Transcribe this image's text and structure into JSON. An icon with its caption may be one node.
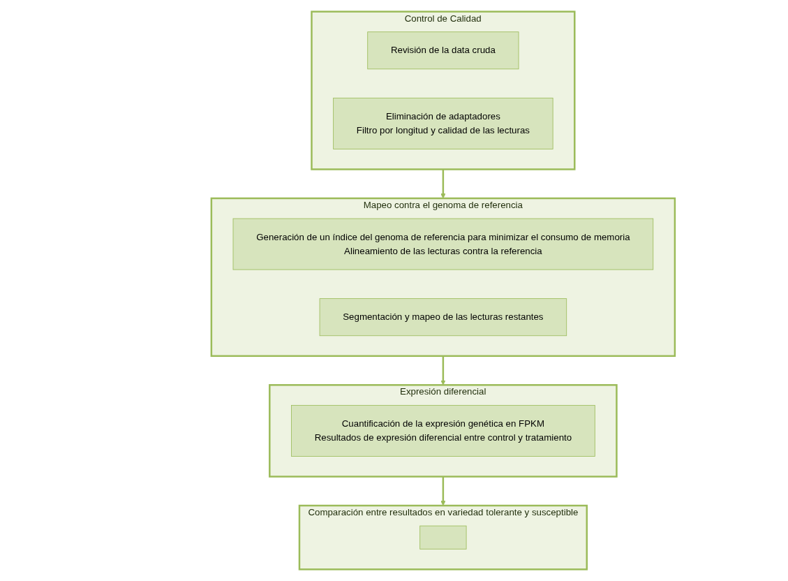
{
  "diagram": {
    "nodes": [
      {
        "text": [
          "Control de Calidad"
        ]
      },
      {
        "text": [
          "Revisión de la data cruda"
        ],
        "in": 0
      },
      {
        "text": [
          "Eliminación de adaptadores",
          "Filtro por longitud y calidad de las lecturas"
        ],
        "in": 0
      },
      {
        "text": [
          "Mapeo contra el genoma de referencia"
        ]
      },
      {
        "text": [
          "Generación de un índice del genoma de referencia para minimizar el consumo de memoria",
          "Alineamiento de las lecturas contra la referencia"
        ],
        "in": 3
      },
      {
        "text": [
          "Segmentación y mapeo de las lecturas restantes"
        ],
        "in": 3
      },
      {
        "text": [
          "Expresión diferencial"
        ]
      },
      {
        "text": [
          "Cuantificación de la expresión genética en FPKM",
          "Resultados de expresión diferencial entre control y tratamiento"
        ],
        "in": 6
      },
      {
        "text": [
          "Comparación entre resultados en variedad tolerante y susceptible"
        ]
      },
      {
        "text": [],
        "shape": "box",
        "in": 8
      }
    ],
    "edges": [
      {
        "from": 0,
        "to": 3,
        "arrow": "to"
      },
      {
        "from": 3,
        "to": 6,
        "arrow": "to"
      },
      {
        "from": 6,
        "to": 8,
        "arrow": "to"
      }
    ]
  }
}
